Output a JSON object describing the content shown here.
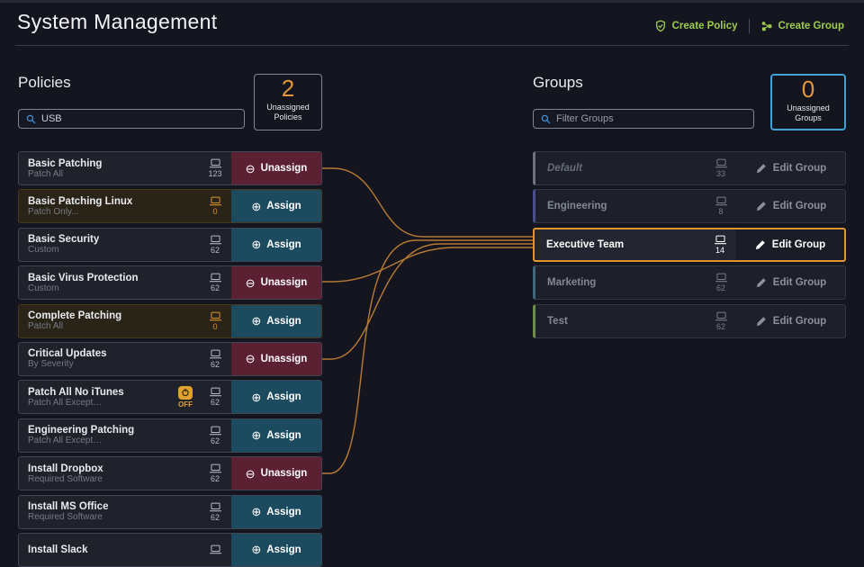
{
  "app": {
    "title": "System Management"
  },
  "header": {
    "create_policy_label": "Create Policy",
    "create_group_label": "Create Group"
  },
  "policies": {
    "heading": "Policies",
    "search_value": "USB",
    "unassigned_count": "2",
    "unassigned_label": "Unassigned Policies",
    "items": [
      {
        "name": "Basic Patching",
        "subtitle": "Patch All",
        "device_count": "123",
        "action": "Unassign"
      },
      {
        "name": "Basic Patching Linux",
        "subtitle": "Patch Only...",
        "device_count": "0",
        "action": "Assign",
        "highlight": "unassigned"
      },
      {
        "name": "Basic Security",
        "subtitle": "Custom",
        "device_count": "62",
        "action": "Assign"
      },
      {
        "name": "Basic Virus Protection",
        "subtitle": "Custom",
        "device_count": "62",
        "action": "Unassign"
      },
      {
        "name": "Complete Patching",
        "subtitle": "Patch All",
        "device_count": "0",
        "action": "Assign",
        "highlight": "unassigned"
      },
      {
        "name": "Critical Updates",
        "subtitle": "By Severity",
        "device_count": "62",
        "action": "Unassign"
      },
      {
        "name": "Patch All No iTunes",
        "subtitle": "Patch All Except…",
        "device_count": "62",
        "action": "Assign",
        "toggle_badge": "OFF"
      },
      {
        "name": "Engineering Patching",
        "subtitle": "Patch All Except…",
        "device_count": "62",
        "action": "Assign"
      },
      {
        "name": "Install Dropbox",
        "subtitle": "Required Software",
        "device_count": "62",
        "action": "Unassign"
      },
      {
        "name": "Install MS Office",
        "subtitle": "Required Software",
        "device_count": "62",
        "action": "Assign"
      },
      {
        "name": "Install Slack",
        "subtitle": "",
        "device_count": "",
        "action": "Assign"
      }
    ]
  },
  "groups": {
    "heading": "Groups",
    "search_placeholder": "Filter Groups",
    "unassigned_count": "0",
    "unassigned_label": "Unassigned Groups",
    "edit_label": "Edit Group",
    "items": [
      {
        "name": "Default",
        "device_count": "33",
        "stripe_color": "#6d727c",
        "state": "dim-italic"
      },
      {
        "name": "Engineering",
        "device_count": "8",
        "stripe_color": "#4c4f8e",
        "state": "normal"
      },
      {
        "name": "Executive Team",
        "device_count": "14",
        "stripe_color": "#e0952f",
        "state": "selected"
      },
      {
        "name": "Marketing",
        "device_count": "62",
        "stripe_color": "#41677a",
        "state": "normal"
      },
      {
        "name": "Test",
        "device_count": "62",
        "stripe_color": "#6d8c4d",
        "state": "normal"
      }
    ]
  },
  "colors": {
    "background": "#14151e",
    "accent_orange": "#e0983a",
    "accent_green": "#9ccb4e",
    "unassign_red": "#5c2033",
    "assign_teal": "#1c4a5e",
    "selection_blue": "#3fa3d6",
    "connector_orange": "#c08036"
  }
}
